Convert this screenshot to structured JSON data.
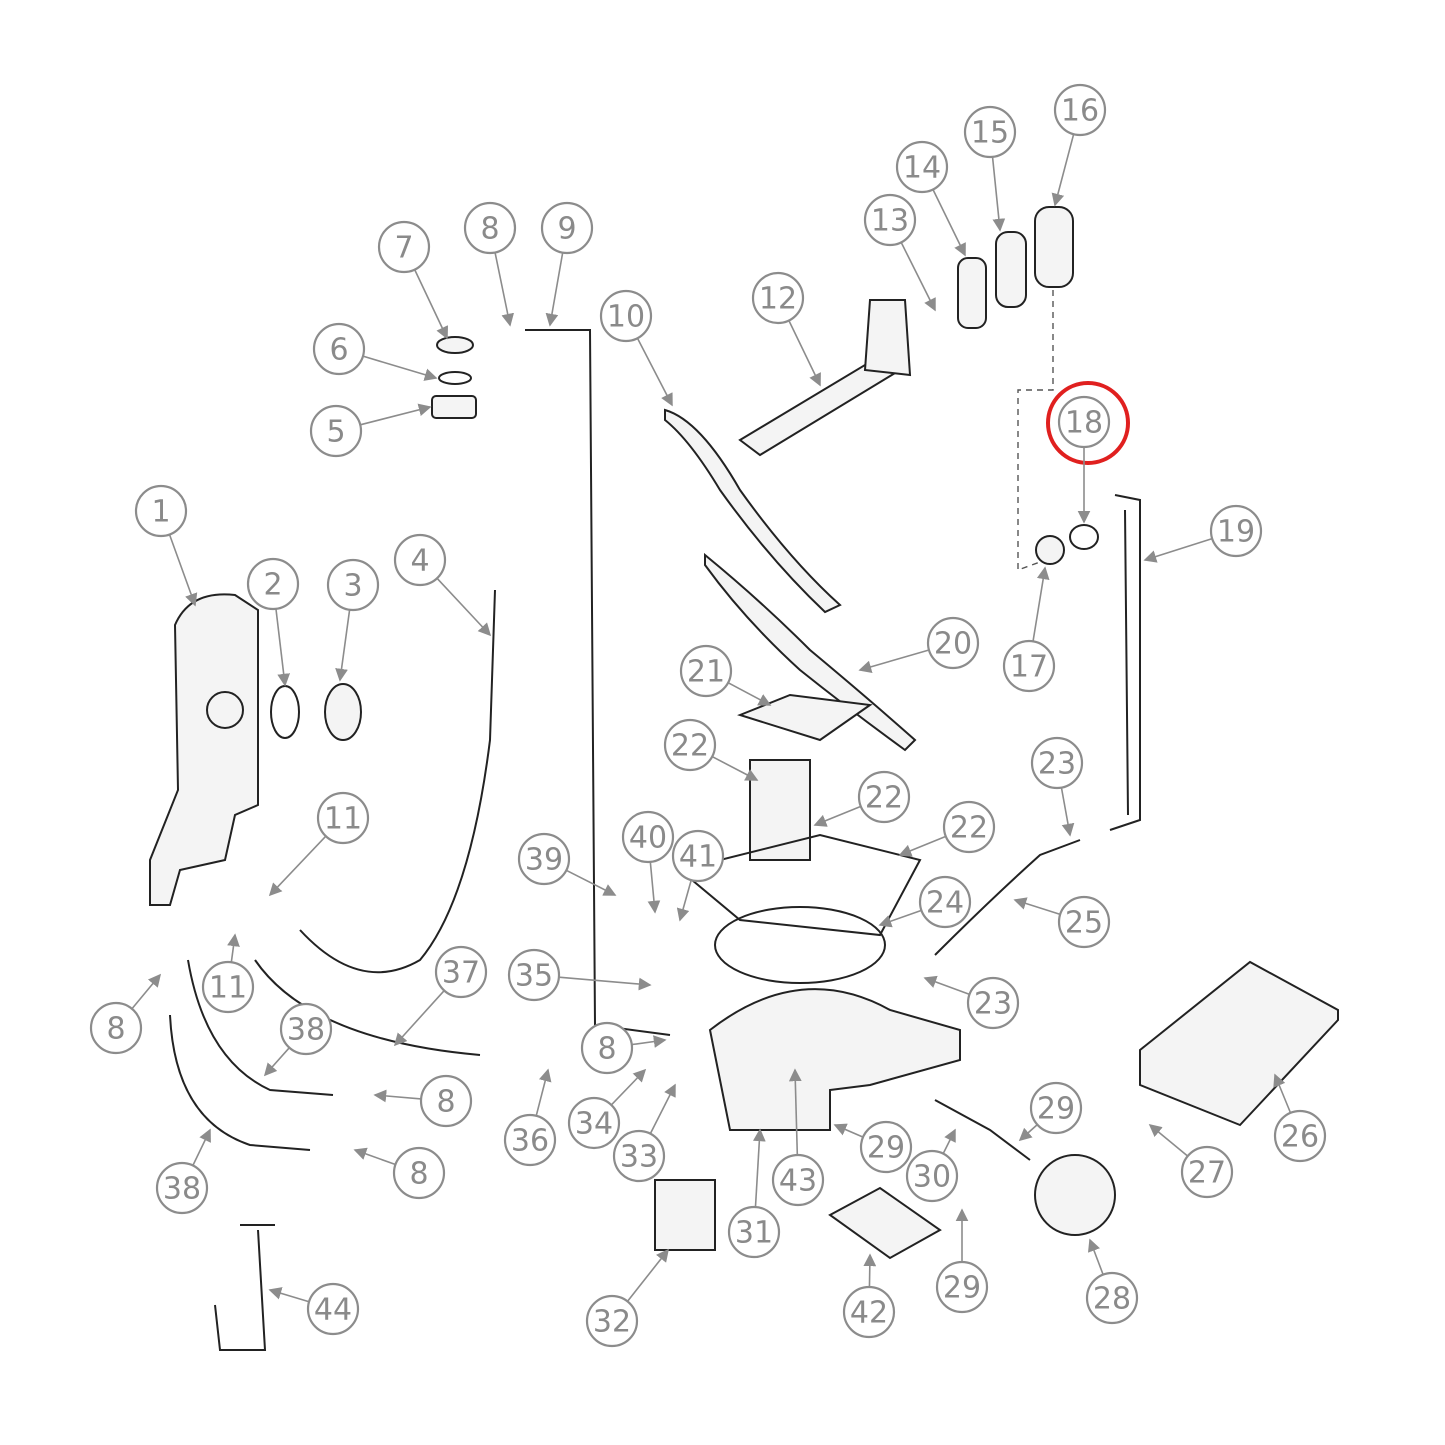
{
  "diagram": {
    "type": "exploded-parts-diagram",
    "highlight_color": "#e0201f",
    "highlighted_callout": "18",
    "callouts": [
      "1",
      "2",
      "3",
      "4",
      "5",
      "6",
      "7",
      "8",
      "9",
      "10",
      "12",
      "13",
      "14",
      "15",
      "16",
      "18",
      "19",
      "17",
      "20",
      "21",
      "22",
      "22",
      "22",
      "23",
      "24",
      "25",
      "23",
      "11",
      "39",
      "40",
      "41",
      "35",
      "37",
      "11",
      "8",
      "38",
      "8",
      "8",
      "8",
      "36",
      "34",
      "33",
      "38",
      "29",
      "29",
      "30",
      "43",
      "31",
      "26",
      "27",
      "28",
      "29",
      "42",
      "32",
      "44"
    ]
  }
}
